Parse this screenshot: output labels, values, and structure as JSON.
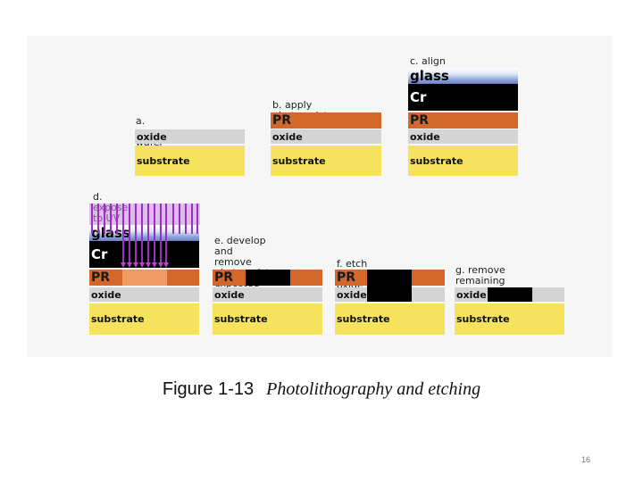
{
  "steps": {
    "a": {
      "caption": "a. prepare wafer",
      "layers": {
        "oxide": "oxide",
        "substrate": "substrate"
      }
    },
    "b": {
      "caption": "b. apply photoresist",
      "layers": {
        "pr": "PR",
        "oxide": "oxide",
        "substrate": "substrate"
      }
    },
    "c": {
      "caption": "c. align photomask",
      "layers": {
        "glass": "glass",
        "cr": "Cr",
        "pr": "PR",
        "oxide": "oxide",
        "substrate": "substrate"
      }
    },
    "d": {
      "caption": "d. expose to UV light",
      "layers": {
        "glass": "glass",
        "cr": "Cr",
        "pr": "PR",
        "oxide": "oxide",
        "substrate": "substrate"
      }
    },
    "e": {
      "caption": "e. develop and remove\nphotoresist exposted\nto UV light",
      "layers": {
        "pr": "PR",
        "oxide": "oxide",
        "substrate": "substrate"
      }
    },
    "f": {
      "caption": "f. etch exposed oxide",
      "layers": {
        "pr": "PR",
        "oxide": "oxide",
        "substrate": "substrate"
      }
    },
    "g": {
      "caption": "g. remove remaining\nphotoresist",
      "layers": {
        "oxide": "oxide",
        "substrate": "substrate"
      }
    }
  },
  "figure": {
    "number": "Figure 1-13",
    "title": "Photolithography and etching"
  },
  "page_number": "16",
  "colors": {
    "substrate": "#f6e35d",
    "oxide": "#d4d4d4",
    "photoresist": "#d4682b",
    "exposed_photoresist": "#f09a63",
    "chrome": "#000000",
    "uv_light": "#a03cc8"
  }
}
